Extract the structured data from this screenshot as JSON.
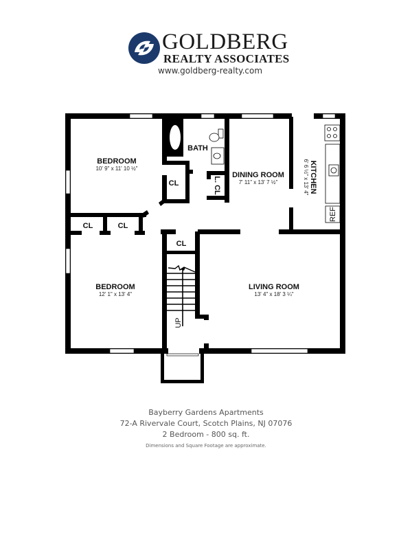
{
  "header": {
    "brand_name": "GOLDBERG",
    "brand_subtitle": "REALTY ASSOCIATES",
    "website": "www.goldberg-realty.com",
    "brand_color": "#1b3a6b"
  },
  "floor_plan": {
    "rooms": [
      {
        "name": "BEDROOM",
        "dimensions": "10' 9\" x 11' 10 ½\""
      },
      {
        "name": "BEDROOM",
        "dimensions": "12' 1\" x 13' 4\""
      },
      {
        "name": "DINING ROOM",
        "dimensions": "7' 11\" x 13' 7 ½\""
      },
      {
        "name": "KITCHEN",
        "dimensions": "6' 6 ½\" x 13' 4\""
      },
      {
        "name": "LIVING ROOM",
        "dimensions": "13' 4\" x 18' 3 ¼\""
      },
      {
        "name": "BATH"
      }
    ],
    "closets": [
      "CL",
      "CL",
      "CL",
      "CL",
      "L. CL"
    ],
    "fixtures": [
      "REF"
    ],
    "stair_label": "UP"
  },
  "footer": {
    "property_name": "Bayberry Gardens Apartments",
    "address": "72-A Rivervale Court, Scotch Plains, NJ 07076",
    "unit_info": "2 Bedroom - 800 sq. ft.",
    "disclaimer": "Dimensions and Square Footage are approximate."
  }
}
